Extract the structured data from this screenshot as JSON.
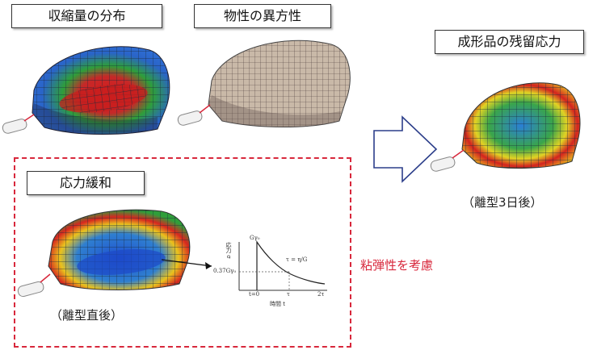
{
  "labels": {
    "shrinkage": "収縮量の分布",
    "anisotropy": "物性の異方性",
    "residual_stress": "成形品の残留応力",
    "relaxation": "応力緩和"
  },
  "captions": {
    "after_3days": "（離型3日後）",
    "right_after": "（離型直後）",
    "viscoelastic": "粘弾性を考慮"
  },
  "plot": {
    "y_axis_label": "応力 σ",
    "x_axis_label": "時間 t",
    "peak_label": "Gγ₀",
    "level_label": "0.37Gγ₀",
    "tau_formula": "τ = η/G",
    "x_ticks": [
      "t=0",
      "τ",
      "2τ"
    ]
  },
  "colors": {
    "accent_red": "#d8283c",
    "arrow_outline": "#2c3e8a"
  }
}
